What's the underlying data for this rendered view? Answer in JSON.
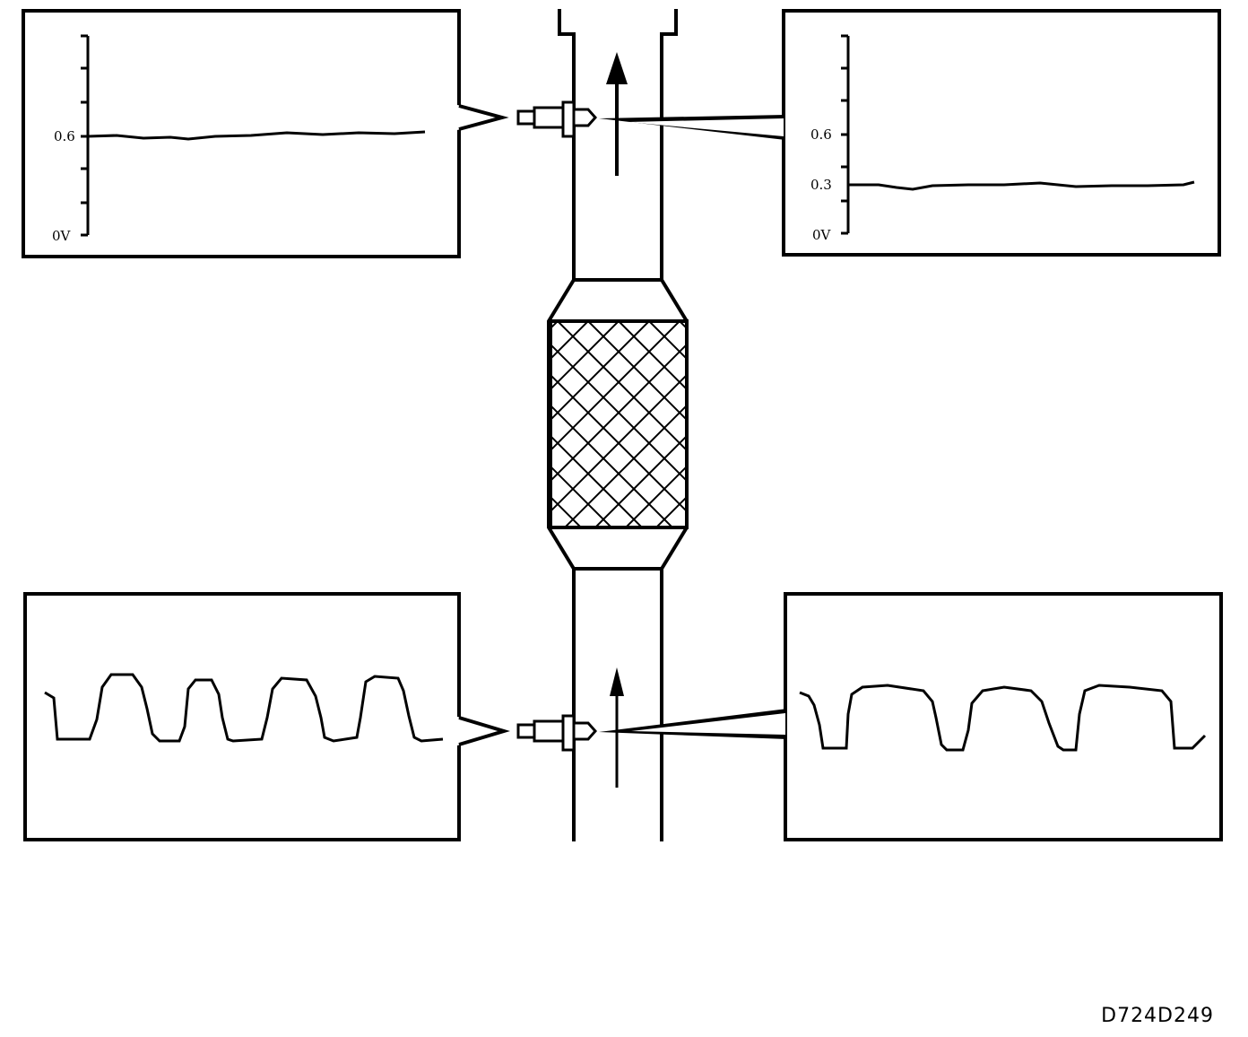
{
  "panels": {
    "top_left": {
      "label_high": "0.6",
      "label_zero": "0V"
    },
    "top_right": {
      "label_high": "0.6",
      "label_mid": "0.3",
      "label_zero": "0V"
    }
  },
  "figure_id": "D724D249",
  "colors": {
    "line": "#000000",
    "background": "#ffffff"
  }
}
